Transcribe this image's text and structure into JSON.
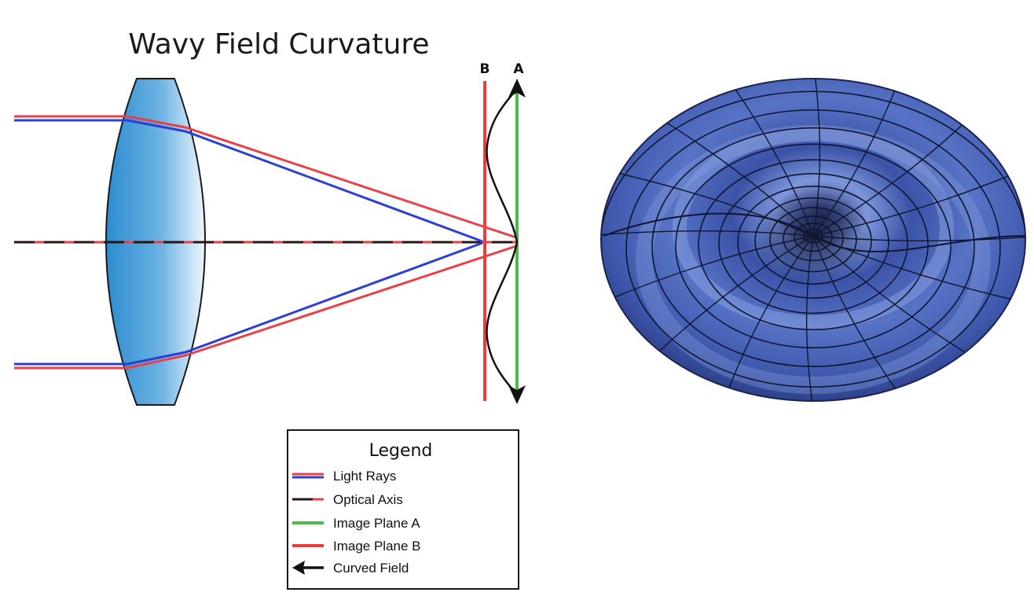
{
  "title": "Wavy Field Curvature",
  "planes": {
    "a_label": "A",
    "b_label": "B"
  },
  "legend": {
    "title": "Legend",
    "items": [
      {
        "label": "Light Rays"
      },
      {
        "label": "Optical Axis"
      },
      {
        "label": "Image Plane A"
      },
      {
        "label": "Image Plane B"
      },
      {
        "label": "Curved Field"
      }
    ]
  },
  "colors": {
    "ray_red": "#e8414a",
    "ray_blue": "#2b3fd6",
    "plane_a": "#4cbb4a",
    "plane_b": "#ee3b3b",
    "lens_light": "#e9f4fb",
    "lens_dark": "#2d8ccf",
    "surface_base": "#3f58ad",
    "surface_dark": "#1b2350"
  }
}
